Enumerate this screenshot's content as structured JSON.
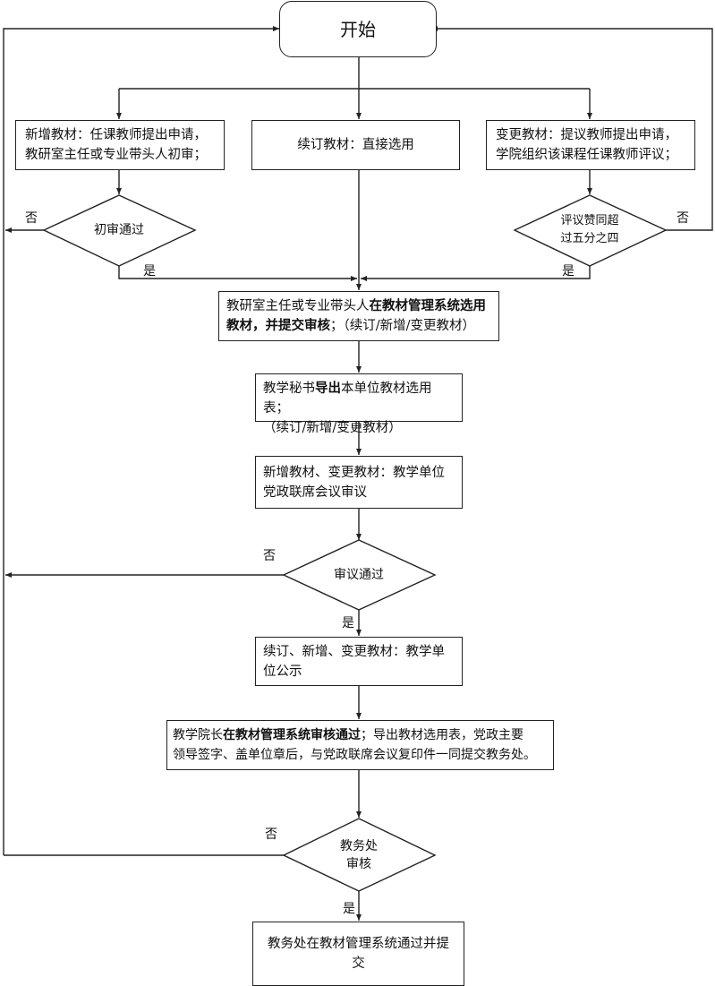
{
  "start": {
    "label": "开始"
  },
  "branches": {
    "new": {
      "line1": "新增教材：任课教师提出申请，",
      "line2": "教研室主任或专业带头人初审；"
    },
    "renew": {
      "label": "续订教材：直接选用"
    },
    "change": {
      "line1": "变更教材：提议教师提出申请，",
      "line2": "学院组织该课程任课教师评议；"
    }
  },
  "decisions": {
    "initial_review": {
      "label": "初审通过"
    },
    "evaluation": {
      "line1": "评议赞同超",
      "line2": "过五分之四"
    },
    "deliberation": {
      "label": "审议通过"
    },
    "academic_affairs": {
      "line1": "教务处",
      "line2": "审核"
    }
  },
  "steps": {
    "select_submit": {
      "l1_a": "教研室主任或专业带头人",
      "l1_b": "在教材管理系统选用",
      "l2_a": "教材，并",
      "l2_b": "提交审核",
      "l2_c": "；（续订/新增/变更教材）"
    },
    "export": {
      "l1_a": "教学秘书",
      "l1_b": "导出",
      "l1_c": "本单位教材选用表；",
      "l2": "（续订/新增/变更教材）"
    },
    "party_meeting": {
      "line1": "新增教材、变更教材：教学单位",
      "line2": "党政联席会议审议"
    },
    "publicity": {
      "line1": "续订、新增、变更教材：教学单",
      "line2": "位公示"
    },
    "dean_approve": {
      "l1_a": "教学院长",
      "l1_b": "在教材管理系统审核通过",
      "l1_c": "；导出教材选用表，党政主要",
      "l2": "领导签字、盖单位章后，与党政联席会议复印件一同提交教务处。"
    },
    "final": {
      "label": "教务处在教材管理系统通过并提交"
    }
  },
  "edge_labels": {
    "yes": "是",
    "no": "否"
  }
}
